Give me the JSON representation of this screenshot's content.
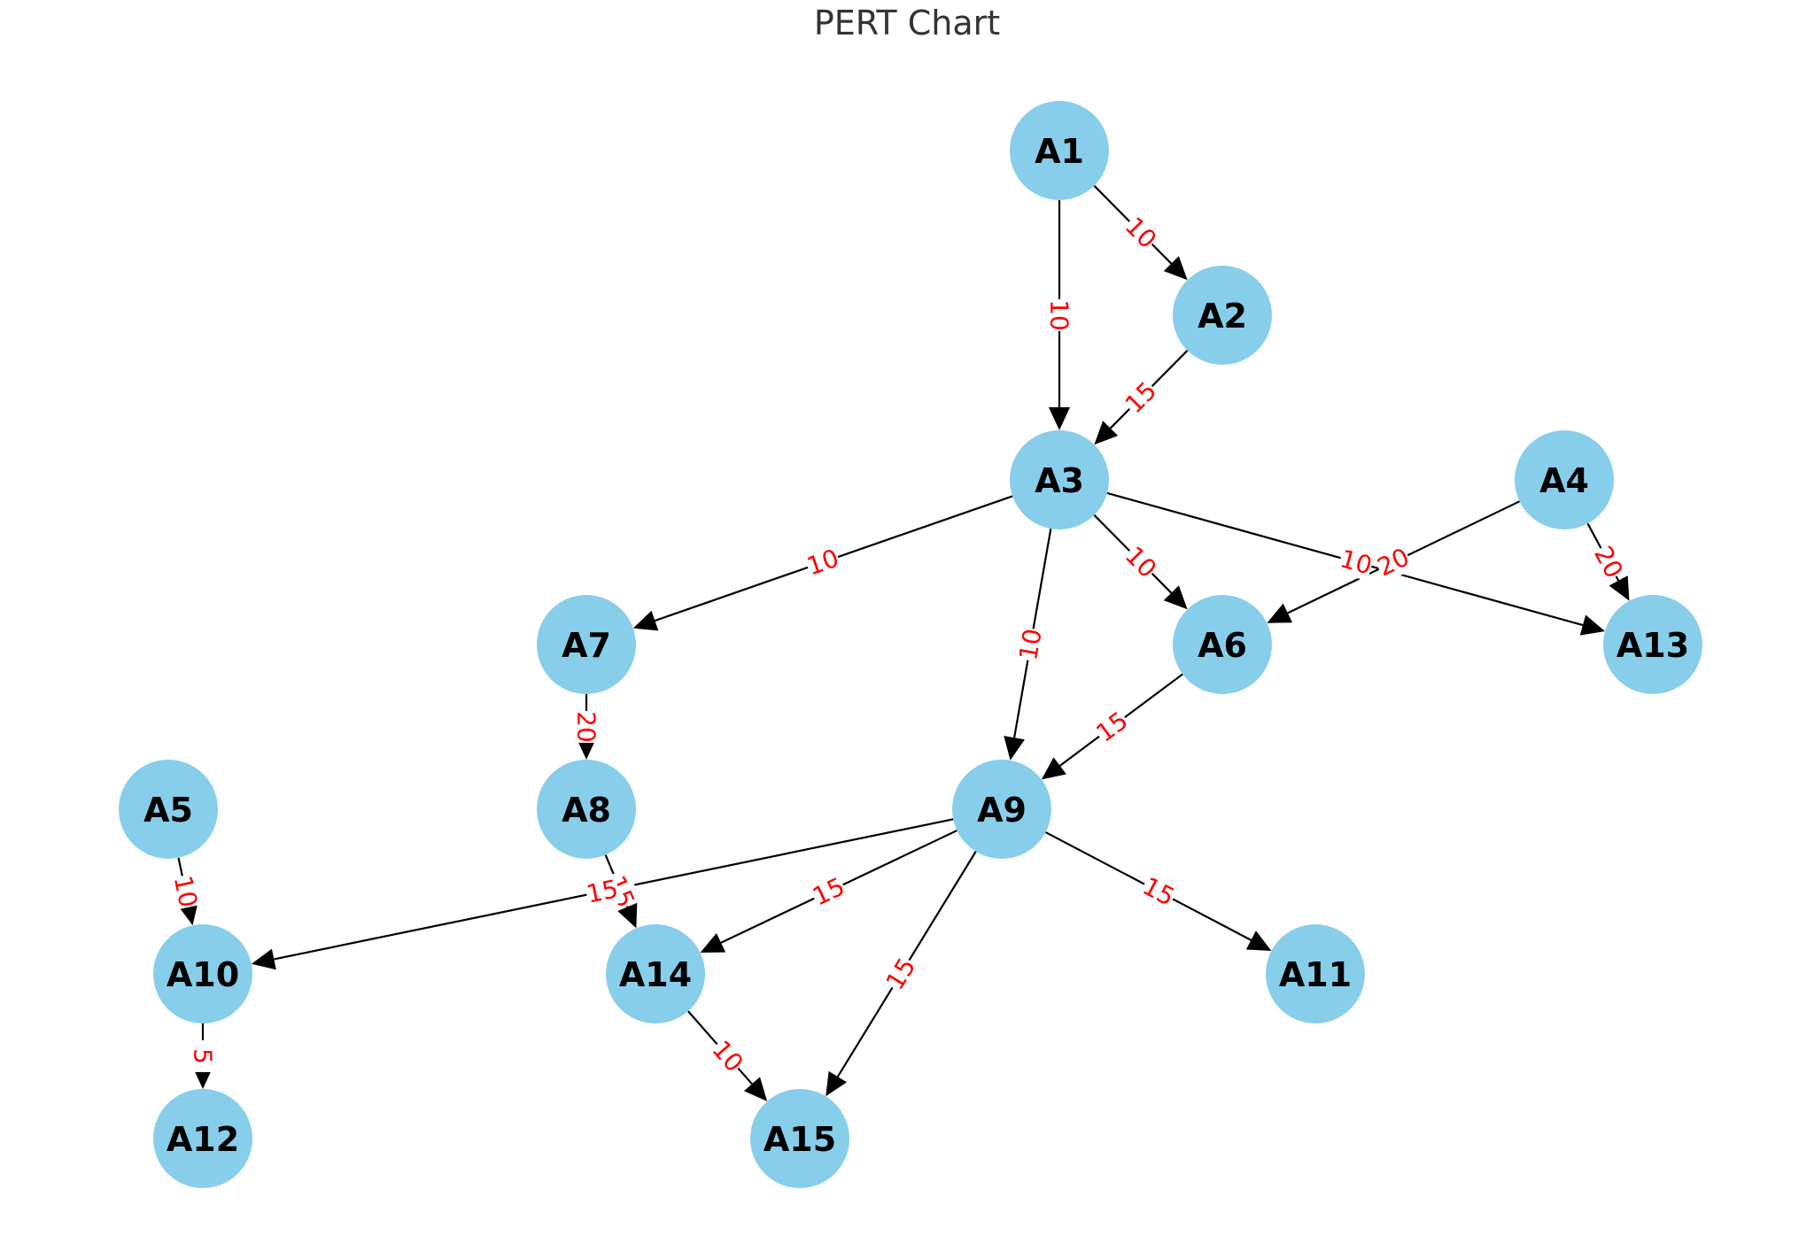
{
  "title": "PERT Chart",
  "colors": {
    "node_fill": "#87CEEB",
    "edge": "#000000",
    "edge_label": "#FF0000",
    "label_background": "#FFFFFF"
  },
  "nodes": [
    {
      "id": "A1",
      "label": "A1"
    },
    {
      "id": "A2",
      "label": "A2"
    },
    {
      "id": "A3",
      "label": "A3"
    },
    {
      "id": "A4",
      "label": "A4"
    },
    {
      "id": "A5",
      "label": "A5"
    },
    {
      "id": "A6",
      "label": "A6"
    },
    {
      "id": "A7",
      "label": "A7"
    },
    {
      "id": "A8",
      "label": "A8"
    },
    {
      "id": "A9",
      "label": "A9"
    },
    {
      "id": "A10",
      "label": "A10"
    },
    {
      "id": "A11",
      "label": "A11"
    },
    {
      "id": "A12",
      "label": "A12"
    },
    {
      "id": "A13",
      "label": "A13"
    },
    {
      "id": "A14",
      "label": "A14"
    },
    {
      "id": "A15",
      "label": "A15"
    }
  ],
  "edges": [
    {
      "from": "A1",
      "to": "A2",
      "label": "10"
    },
    {
      "from": "A1",
      "to": "A3",
      "label": "10"
    },
    {
      "from": "A2",
      "to": "A3",
      "label": "15"
    },
    {
      "from": "A3",
      "to": "A7",
      "label": "10"
    },
    {
      "from": "A3",
      "to": "A9",
      "label": "10"
    },
    {
      "from": "A3",
      "to": "A6",
      "label": "10"
    },
    {
      "from": "A3",
      "to": "A13",
      "label": "10"
    },
    {
      "from": "A4",
      "to": "A6",
      "label": "20"
    },
    {
      "from": "A4",
      "to": "A13",
      "label": "20"
    },
    {
      "from": "A6",
      "to": "A9",
      "label": "15"
    },
    {
      "from": "A7",
      "to": "A8",
      "label": "20"
    },
    {
      "from": "A8",
      "to": "A14",
      "label": "15"
    },
    {
      "from": "A5",
      "to": "A10",
      "label": "10"
    },
    {
      "from": "A9",
      "to": "A10",
      "label": "15"
    },
    {
      "from": "A9",
      "to": "A14",
      "label": "15"
    },
    {
      "from": "A9",
      "to": "A15",
      "label": "15"
    },
    {
      "from": "A9",
      "to": "A11",
      "label": "15"
    },
    {
      "from": "A10",
      "to": "A12",
      "label": "5"
    },
    {
      "from": "A14",
      "to": "A15",
      "label": "10"
    }
  ]
}
